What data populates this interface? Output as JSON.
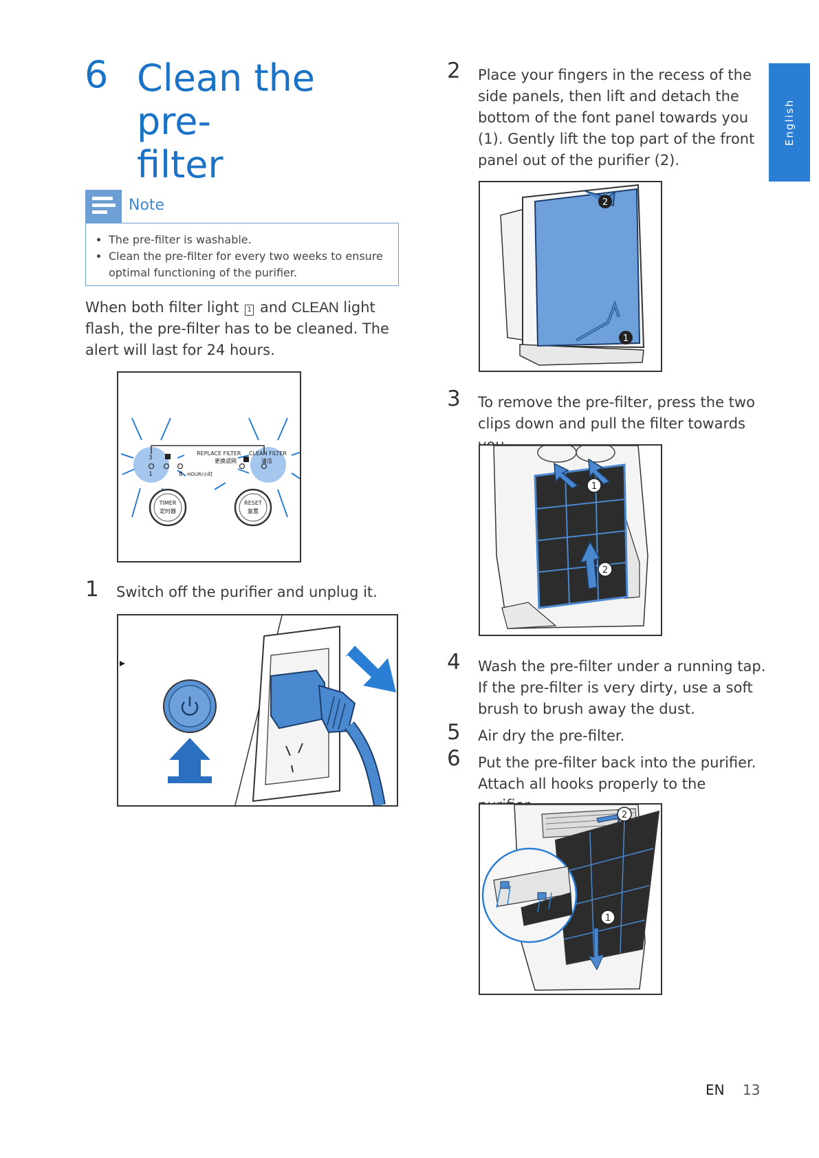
{
  "chapter": {
    "number": "6",
    "title": "Clean the pre-filter",
    "title_line1": "Clean the pre-",
    "title_line2": "filter"
  },
  "language_tab": "English",
  "note": {
    "label": "Note",
    "items": [
      "The pre-filter is washable.",
      "Clean the pre-filter for every two weeks to ensure optimal functioning of the purifier."
    ]
  },
  "intro": {
    "part1": "When both filter light",
    "icon_label": "1",
    "part2": "and",
    "clean_word": "CLEAN",
    "part3": "light flash, the pre-filter has to be cleaned. The alert will last for 24 hours."
  },
  "panel_figure": {
    "replace_filter": "REPLACE FILTER",
    "replace_filter_cn": "更换滤网",
    "clean_filter": "CLEAN FILTER",
    "clean_filter_cn": "清洁",
    "hour": "HOUR/小时",
    "timer": "TIMER",
    "timer_cn": "定时器",
    "reset": "RESET",
    "reset_cn": "复置",
    "digit_1": "1",
    "digit_8": "8",
    "digit_3": "3"
  },
  "markers": {
    "one": "1",
    "two": "2"
  },
  "steps": [
    {
      "num": "1",
      "text": "Switch off the purifier and unplug it."
    },
    {
      "num": "2",
      "text": "Place your fingers in the recess of the side panels, then lift and detach the bottom of the font panel towards you (1). Gently lift the top part of the front panel out of the purifier (2)."
    },
    {
      "num": "3",
      "text": "To remove the pre-filter, press the two clips down and pull the filter towards you."
    },
    {
      "num": "4",
      "text": "Wash the pre-filter under a running tap. If the pre-filter is very dirty, use a soft brush to brush away the dust."
    },
    {
      "num": "5",
      "text": "Air dry the pre-filter."
    },
    {
      "num": "6",
      "text": "Put the pre-filter back into the purifier. Attach all hooks properly to the purifier."
    }
  ],
  "footer": {
    "lang": "EN",
    "page": "13"
  },
  "colors": {
    "accent": "#1a73c6",
    "tab": "#2a7fd4",
    "note": "#6d9fd4",
    "illustration_blue": "#3f88d6"
  }
}
